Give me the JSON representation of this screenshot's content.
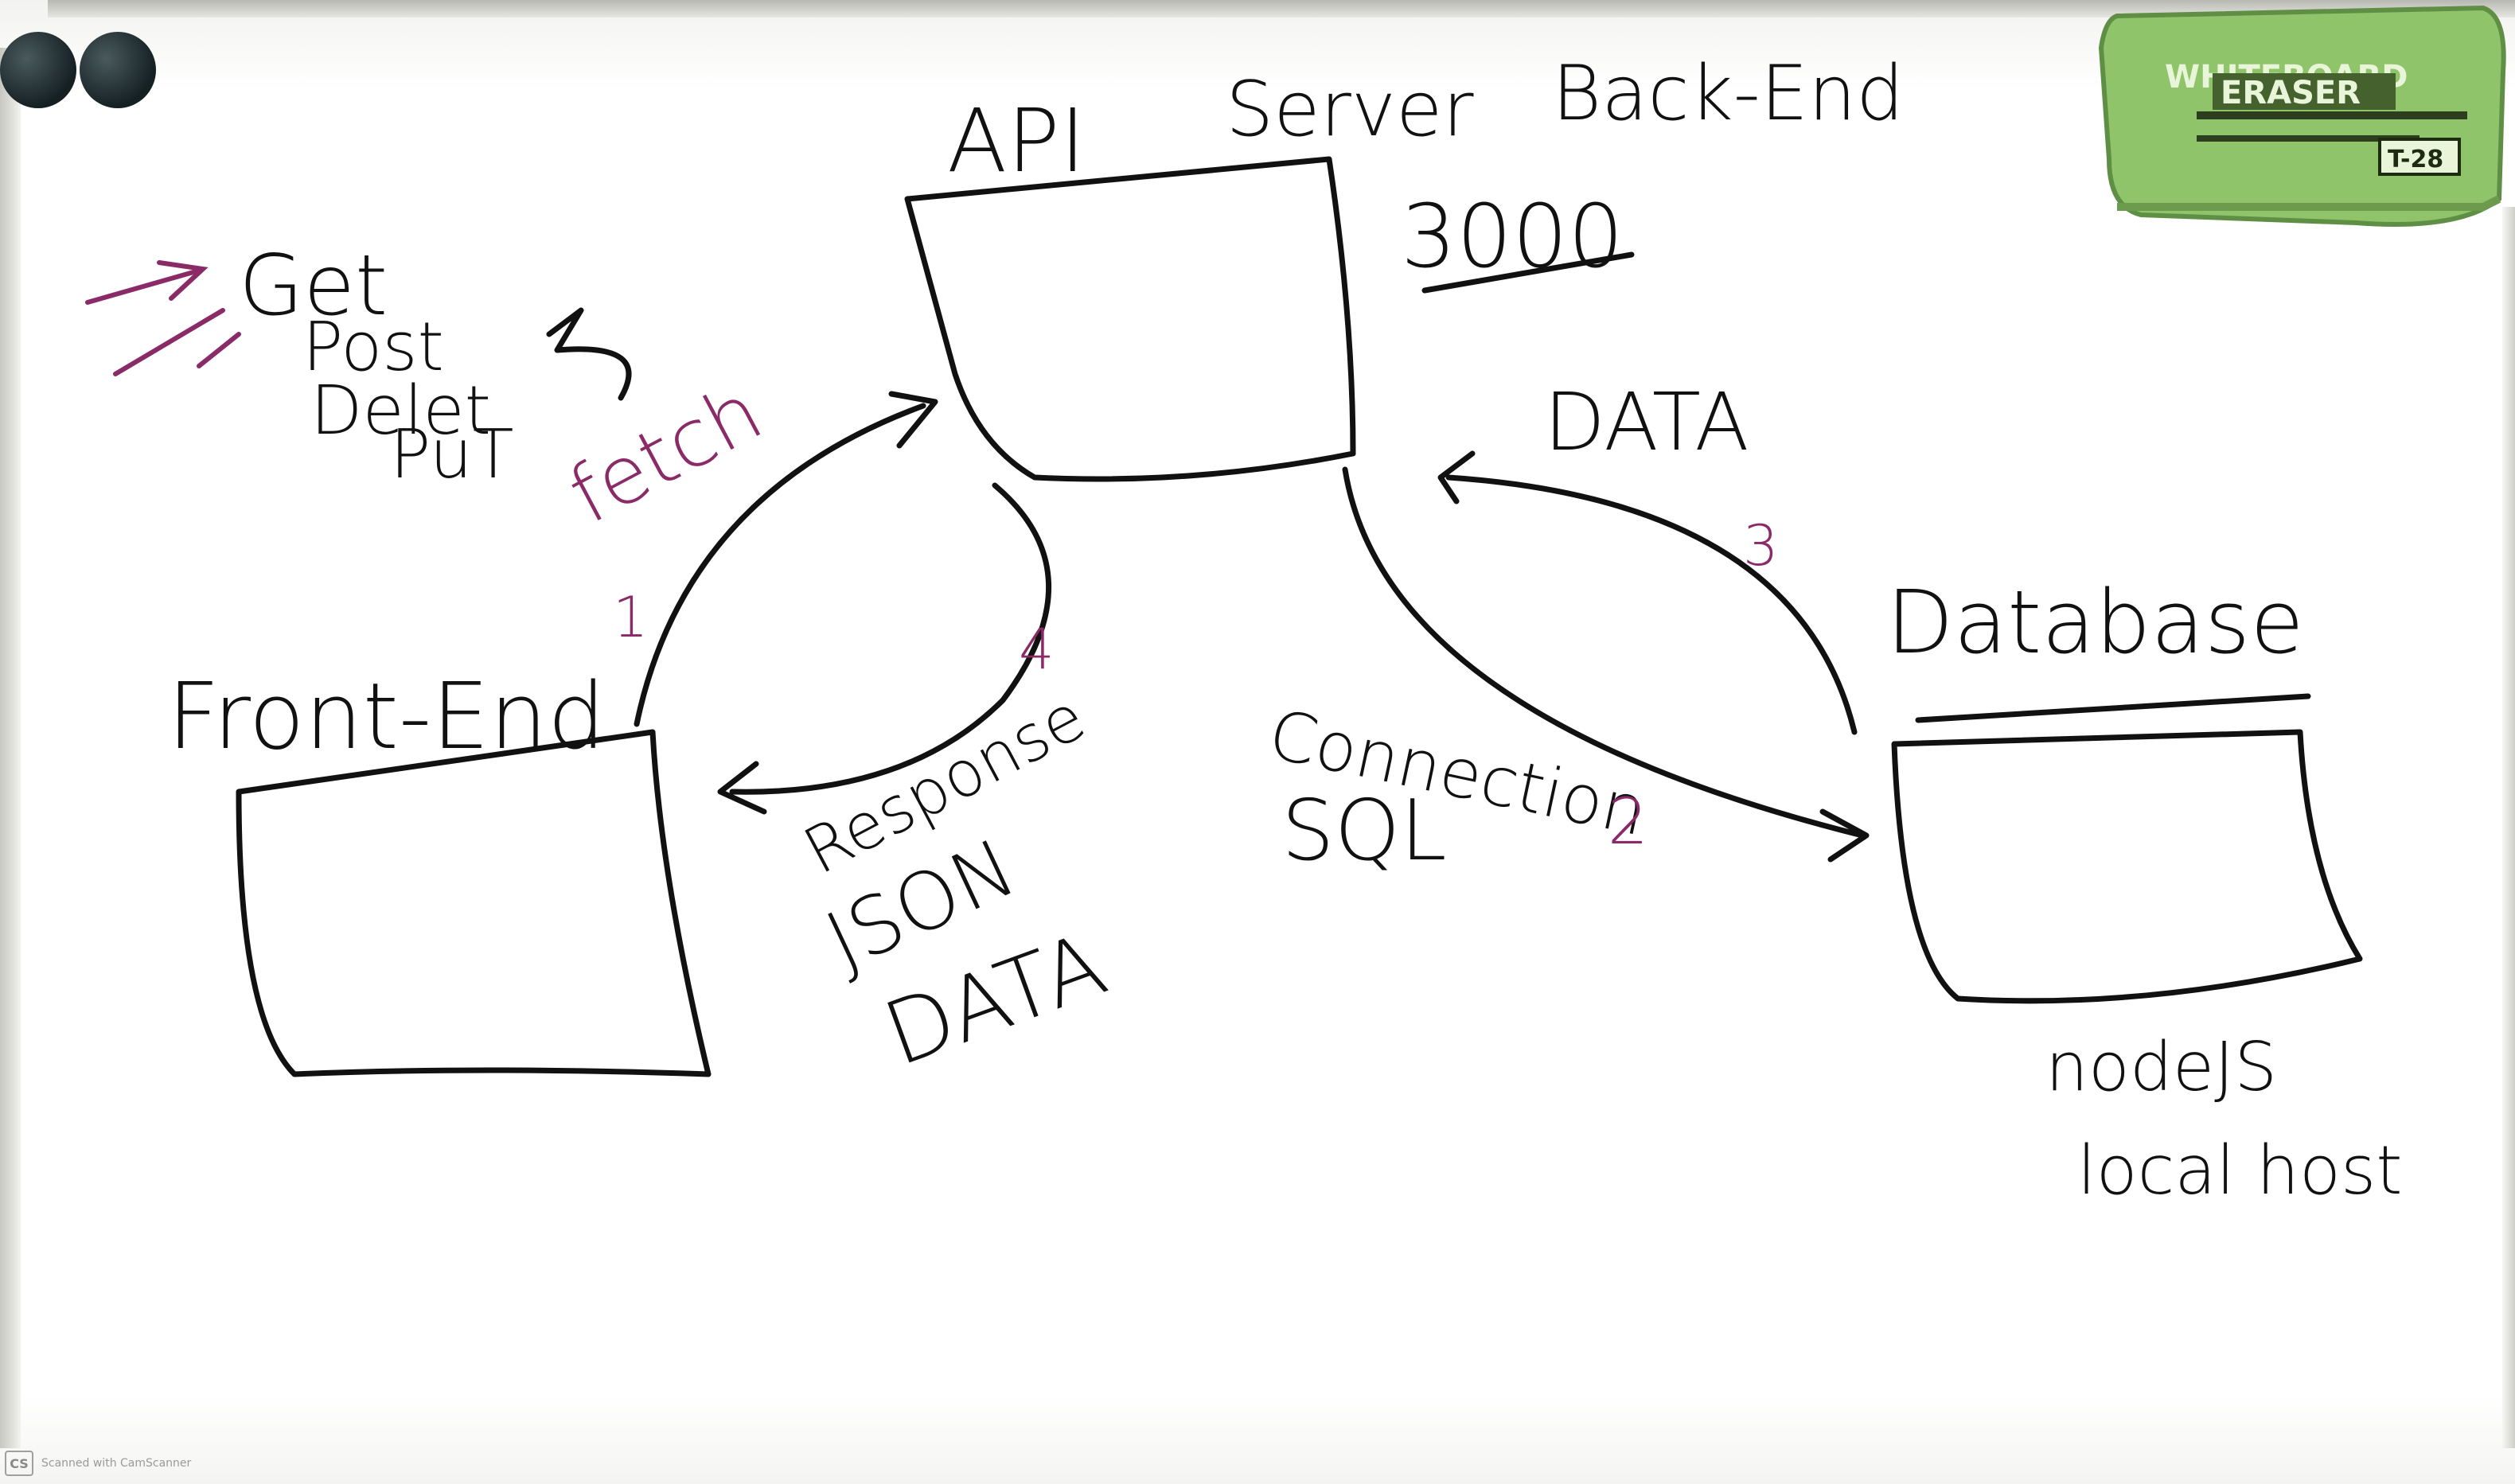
{
  "diagram": {
    "title_api": "API",
    "title_server": "Server",
    "title_backend": "Back-End",
    "port": "3000",
    "methods": [
      "Get",
      "Post",
      "Delet",
      "PuT"
    ],
    "fetch_label": "fetch",
    "frontend_label": "Front-End",
    "database_label": "Database",
    "data_label": "DATA",
    "connection_label": "Connection",
    "sql_label": "SQL",
    "response_label": "Response",
    "json_label": "JSON",
    "response_data_label": "DATA",
    "nodejs_label": "nodeJS",
    "localhost_label": "local host",
    "steps": [
      "1",
      "2",
      "3",
      "4"
    ]
  },
  "eraser": {
    "line1": "WHITEBOARD",
    "line2": "ERASER",
    "model": "T-28"
  },
  "footer": {
    "logo": "CS",
    "text": "Scanned with CamScanner"
  },
  "colors": {
    "ink": "#111111",
    "accent_pink": "#8a2a66",
    "eraser_green": "#8fc46a"
  }
}
